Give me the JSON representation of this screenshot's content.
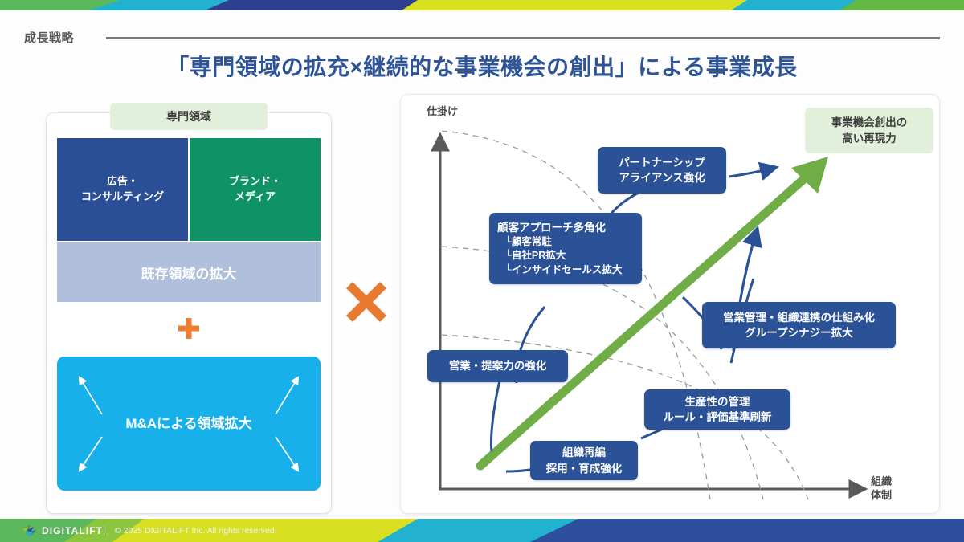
{
  "header": {
    "kicker": "成長戦略",
    "title": "「専門領域の拡充×継続的な事業機会の創出」による事業成長"
  },
  "left_panel": {
    "tab_label": "専門領域",
    "cells": [
      {
        "label_line1": "広告・",
        "label_line2": "コンサルティング",
        "color": "#2b4f96"
      },
      {
        "label_line1": "ブランド・",
        "label_line2": "メディア",
        "color": "#0f9266"
      }
    ],
    "band_label": "既存領域の拡大",
    "plus_symbol": "+",
    "ma_box": {
      "line1": "M&Aによる",
      "line2": "領域拡大",
      "color": "#17b0ea"
    }
  },
  "multiply": {
    "symbol": "×",
    "color": "#e8792f"
  },
  "right_panel": {
    "axis_y_label": "仕掛け",
    "axis_x_label_line1": "組織",
    "axis_x_label_line2": "体制",
    "result_box": {
      "line1": "事業機会創出の",
      "line2": "高い再現力",
      "color": "#e2efda"
    },
    "boxes": [
      {
        "id": "partnership",
        "line1": "パートナーシップ",
        "line2": "アライアンス強化"
      },
      {
        "id": "customer-approach",
        "title": "顧客アプローチ多角化",
        "sub_items": [
          "└顧客常駐",
          "└自社PR拡大",
          "└インサイドセールス拡大"
        ]
      },
      {
        "id": "sales-strength",
        "line1": "営業・提案力の強化"
      },
      {
        "id": "sales-management",
        "line1": "営業管理・組織連携の仕組み化",
        "line2": "グループシナジー拡大"
      },
      {
        "id": "productivity",
        "line1": "生産性の管理",
        "line2": "ルール・評価基準刷新"
      },
      {
        "id": "org-restructure",
        "line1": "組織再編",
        "line2": "採用・育成強化"
      }
    ],
    "accent_box_color": "#2b5197",
    "growth_arrow_color": "#70ad47"
  },
  "footer": {
    "brand": "DIGITALIFT",
    "separator": "|",
    "copyright": "© 2025 DIGITALIFT Inc. All rights reserved."
  }
}
